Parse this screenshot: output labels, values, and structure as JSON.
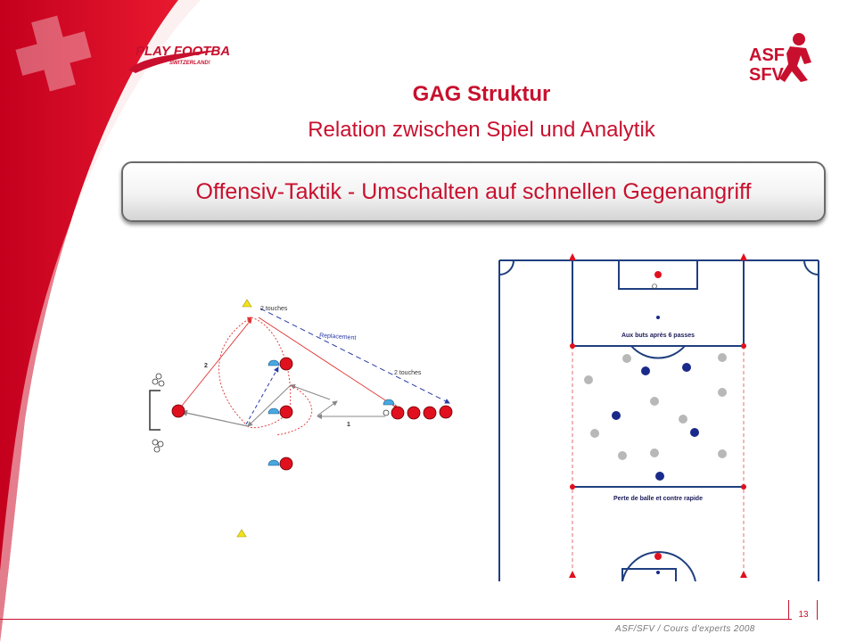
{
  "header": {
    "title": "GAG Struktur",
    "subtitle": "Relation zwischen Spiel und Analytik"
  },
  "banner": {
    "text": "Offensiv-Taktik  - Umschalten auf schnellen Gegenangriff"
  },
  "logos": {
    "left": {
      "text": "PLAY FOOTBALL",
      "subtext": "SWITZERLAND!"
    },
    "right": {
      "text": "ASF SFV"
    }
  },
  "diagram": {
    "label_touches_top": "2 touches",
    "label_touches_right": "2 touches",
    "label_replacement": "Replacement",
    "label_pass_2": "2",
    "label_pass_1": "1"
  },
  "field": {
    "label_goals": "Aux buts après 6 passes",
    "label_loss": "Perte de balle et contre rapide"
  },
  "footer": {
    "page": "13",
    "text": "ASF/SFV  /  Cours d'experts 2008"
  },
  "colors": {
    "accent": "#c8102e",
    "field_line": "#1f3f7f",
    "player_red": "#e0101e",
    "player_blue": "#1a2a8a",
    "player_grey": "#b0b0b0"
  }
}
